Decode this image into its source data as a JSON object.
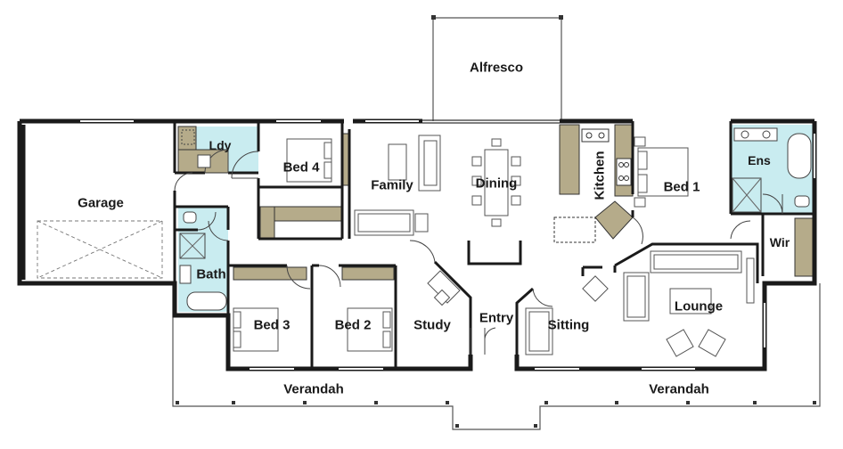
{
  "rooms": {
    "alfresco": "Alfresco",
    "garage": "Garage",
    "laundry": "Ldy",
    "bed4": "Bed 4",
    "family": "Family",
    "dining": "Dining",
    "kitchen": "Kitchen",
    "bed1": "Bed 1",
    "ensuite": "Ens",
    "wir": "Wir",
    "bath": "Bath",
    "bed3": "Bed 3",
    "bed2": "Bed 2",
    "study": "Study",
    "entry": "Entry",
    "sitting": "Sitting",
    "lounge": "Lounge",
    "verandah_left": "Verandah",
    "verandah_right": "Verandah"
  },
  "colors": {
    "wall": "#1a1a1a",
    "joinery": "#b5ab8a",
    "wet_area": "#c9ecf0",
    "line": "#444444"
  }
}
